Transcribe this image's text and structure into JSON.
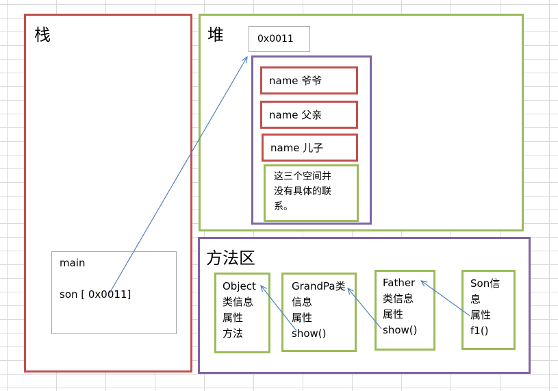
{
  "stack": {
    "title": "栈",
    "frame_name": "main",
    "frame_var": "son [ 0x0011]"
  },
  "heap": {
    "title": "堆",
    "address": "0x0011",
    "fields": [
      "name 爷爷",
      "name 父亲",
      "name 儿子"
    ],
    "note": "这三个空间并\n没有具体的联\n系。"
  },
  "method_area": {
    "title": "方法区",
    "classes": [
      {
        "text": "Object\n类信息\n属性\n方法"
      },
      {
        "text": "GrandPa类\n信息\n属性\nshow()"
      },
      {
        "text": "Father\n类信息\n属性\nshow()"
      },
      {
        "text": "Son信\n息\n属性\nf1()"
      }
    ]
  },
  "colors": {
    "red": "#c0504d",
    "green": "#9bbb59",
    "purple": "#8064a2",
    "arrow": "#4f81bd"
  }
}
